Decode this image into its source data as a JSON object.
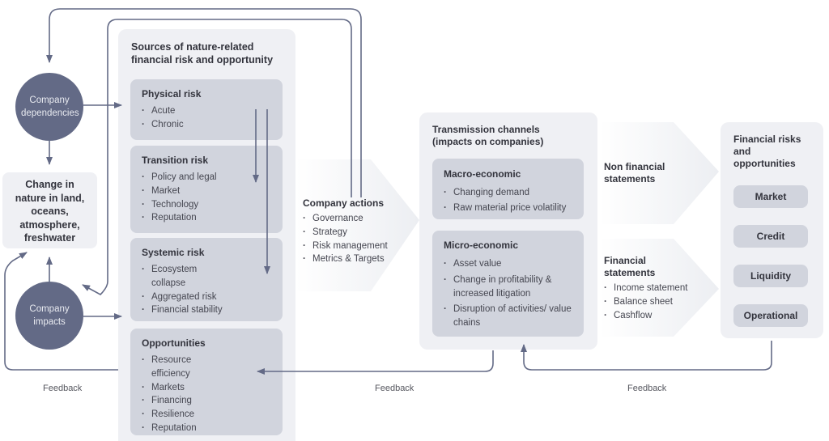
{
  "colors": {
    "circle": "#636a86",
    "panel": "#eff0f4",
    "inner_box": "#d1d4dd",
    "arrow": "#636a86",
    "text": "#33343d"
  },
  "nodes": {
    "company_dependencies": "Company dependencies",
    "company_impacts": "Company impacts",
    "change_in_nature": "Change in nature in land, oceans, atmosphere, freshwater"
  },
  "sources": {
    "title": "Sources of nature-related financial risk and opportunity",
    "physical": {
      "title": "Physical risk",
      "items": [
        "Acute",
        "Chronic"
      ]
    },
    "transition": {
      "title": "Transition risk",
      "items": [
        "Policy and legal",
        "Market",
        "Technology",
        "Reputation"
      ]
    },
    "systemic": {
      "title": "Systemic risk",
      "items": [
        "Ecosystem collapse",
        "Aggregated risk",
        "Financial stability"
      ]
    },
    "opportunities": {
      "title": "Opportunities",
      "items": [
        "Resource efficiency",
        "Markets",
        "Financing",
        "Resilience",
        "Reputation"
      ]
    }
  },
  "company_actions": {
    "title": "Company actions",
    "items": [
      "Governance",
      "Strategy",
      "Risk management",
      "Metrics & Targets"
    ]
  },
  "transmission": {
    "title": "Transmission channels (impacts on companies)",
    "macro": {
      "title": "Macro-economic",
      "items": [
        "Changing demand",
        "Raw material price volatility"
      ]
    },
    "micro": {
      "title": "Micro-economic",
      "items": [
        "Asset value",
        "Change in profitability & increased litigation",
        "Disruption of activities/ value chains"
      ]
    }
  },
  "statements": {
    "non_financial": {
      "title": "Non financial statements"
    },
    "financial": {
      "title": "Financial statements",
      "items": [
        "Income statement",
        "Balance sheet",
        "Cashflow"
      ]
    }
  },
  "financial_risks": {
    "title": "Financial risks and opportunities",
    "items": [
      "Market",
      "Credit",
      "Liquidity",
      "Operational"
    ]
  },
  "feedback_labels": [
    "Feedback",
    "Feedback",
    "Feedback"
  ]
}
